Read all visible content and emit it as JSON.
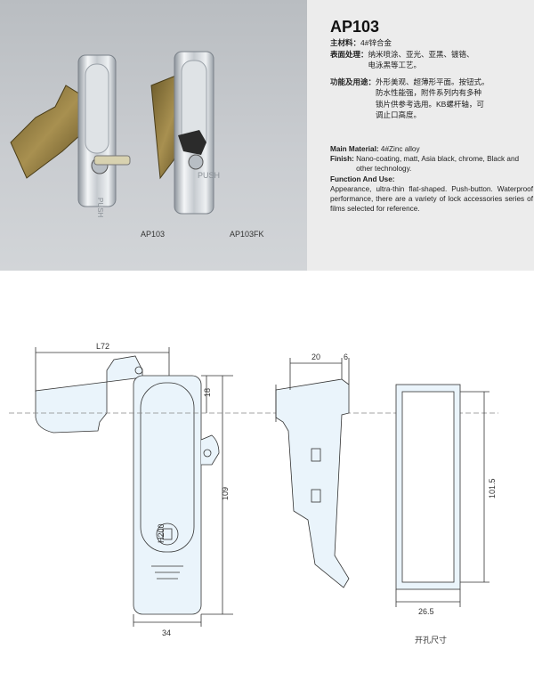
{
  "model": "AP103",
  "cn": {
    "material_label": "主材料：",
    "material_value": "4#锌合金",
    "surface_label": "表面处理：",
    "surface_value": "纳米喷涂、亚光、亚黑、镀铬、\n电泳黑等工艺。",
    "function_label": "功能及用途：",
    "function_value": "外形美观、超薄形平面。按钮式。\n防水性能强，附件系列内有多种\n锁片供参考选用。KB螺杆轴，可\n调止口高度。"
  },
  "en": {
    "material_label": "Main Material:",
    "material_value": "4#Zinc alloy",
    "finish_label": "Finish:",
    "finish_value": "Nano-coating, matt, Asia black, chrome, Black and other technology.",
    "function_label": "Function And Use:",
    "function_value": "Appearance, ultra-thin flat-shaped. Push-button. Waterproof performance, there are a variety of lock accessories series of films selected for reference."
  },
  "photo": {
    "caption_left": "AP103",
    "caption_right": "AP103FK",
    "push_text": "PUSH"
  },
  "drawing": {
    "dim_l72": "L72",
    "dim_18": "18",
    "dim_109": "109",
    "dim_34": "34",
    "lock_text": "H200",
    "dim_20": "20",
    "dim_6": "6",
    "dim_101_5": "101.5",
    "dim_26_5": "26.5",
    "cutout_label": "开孔尺寸"
  }
}
